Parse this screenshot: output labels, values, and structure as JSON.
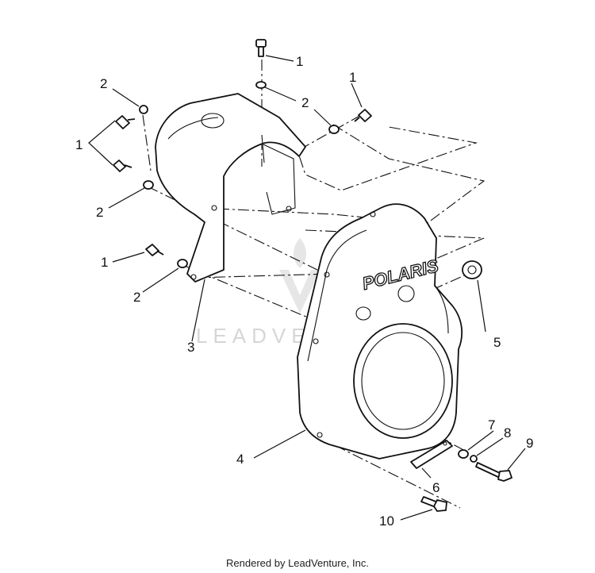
{
  "diagram": {
    "callouts": [
      {
        "label": "1"
      },
      {
        "label": "1"
      },
      {
        "label": "1"
      },
      {
        "label": "1"
      },
      {
        "label": "2"
      },
      {
        "label": "2"
      },
      {
        "label": "2"
      },
      {
        "label": "2"
      },
      {
        "label": "3"
      },
      {
        "label": "4"
      },
      {
        "label": "5"
      },
      {
        "label": "6"
      },
      {
        "label": "7"
      },
      {
        "label": "8"
      },
      {
        "label": "9"
      },
      {
        "label": "10"
      }
    ],
    "logo_text": "POLARIS",
    "watermark_text": "LEADVENTURE"
  },
  "footer": {
    "text": "Rendered by LeadVenture, Inc."
  }
}
